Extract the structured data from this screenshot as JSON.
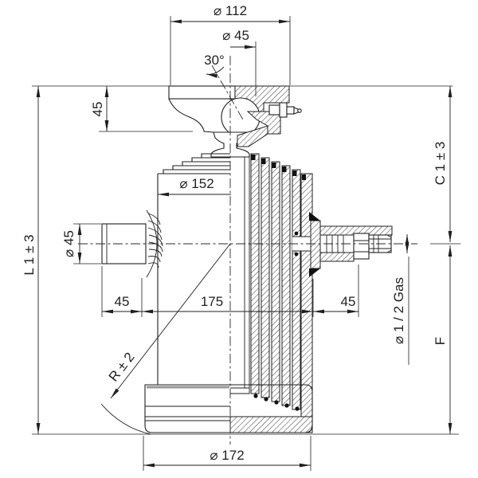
{
  "drawing": {
    "colors": {
      "line": "#1f1f1f",
      "background": "#ffffff",
      "shadow_gray": "#999999"
    },
    "labels": {
      "dia_top_flange": "⌀ 112",
      "dia_ball": "⌀ 45",
      "angle_tilt": "30°",
      "height_top_mount": "45",
      "dia_outer_tube": "⌀ 152",
      "dia_side_port": "⌀ 45",
      "len_port_left": "45",
      "len_center": "175",
      "len_port_right": "45",
      "radius_base": "R ± 2",
      "dia_base": "⌀ 172",
      "total_length": "L 1 ± 3",
      "closed_height": "C 1 ± 3",
      "thread_spec": "⌀ 1 / 2  Gas",
      "stroke_ref": "F"
    }
  }
}
